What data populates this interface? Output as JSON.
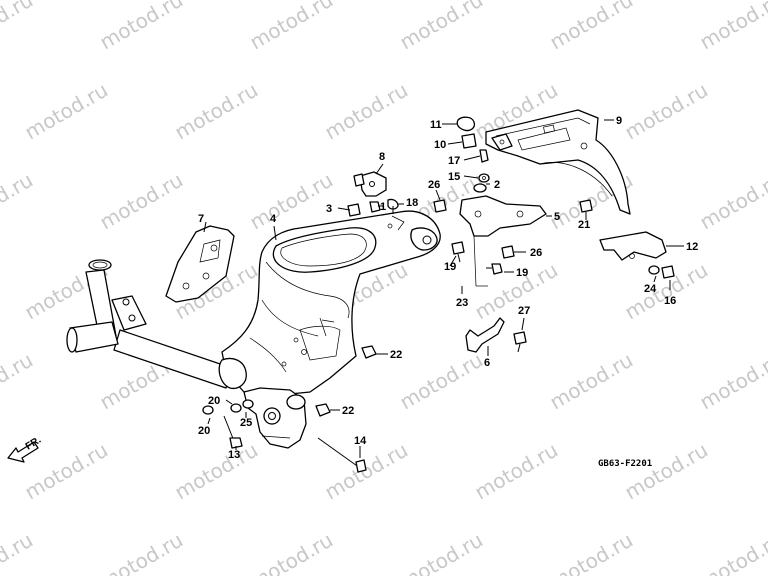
{
  "watermark": "motod.ru",
  "diagram_code": "GB63-F2201",
  "direction_label": "FR.",
  "labels": {
    "p1": "1",
    "p2": "2",
    "p3": "3",
    "p4": "4",
    "p5": "5",
    "p6": "6",
    "p7": "7",
    "p8": "8",
    "p9": "9",
    "p10": "10",
    "p11": "11",
    "p12": "12",
    "p13": "13",
    "p14": "14",
    "p15": "15",
    "p16": "16",
    "p17": "17",
    "p18": "18",
    "p19a": "19",
    "p19b": "19",
    "p20a": "20",
    "p20b": "20",
    "p21": "21",
    "p22a": "22",
    "p22b": "22",
    "p23": "23",
    "p24": "24",
    "p25": "25",
    "p26a": "26",
    "p26b": "26",
    "p27": "27"
  }
}
